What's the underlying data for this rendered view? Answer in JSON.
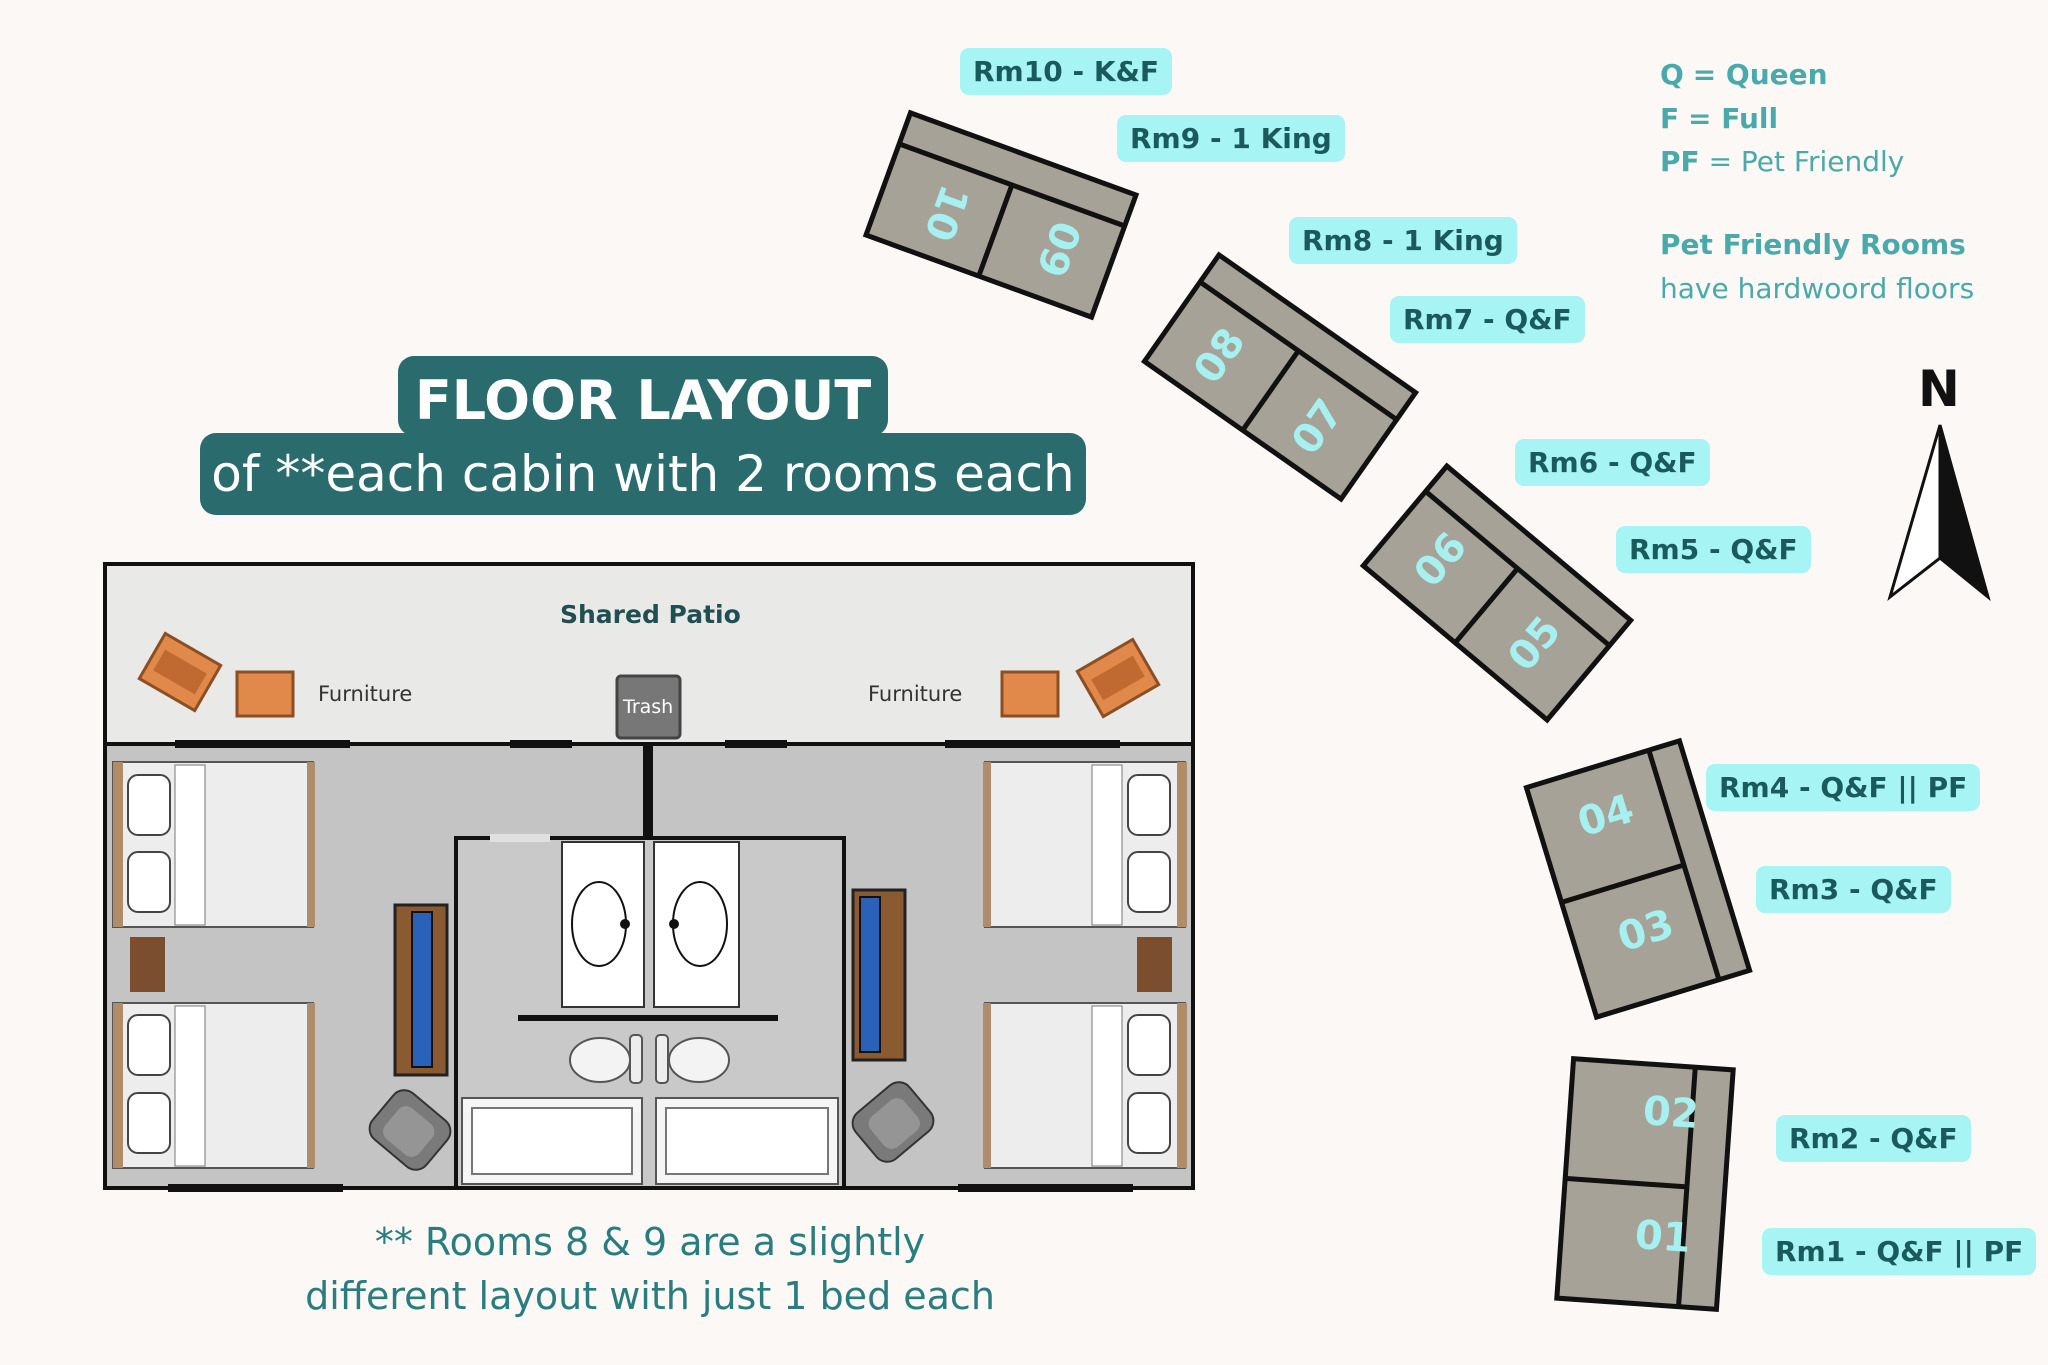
{
  "title": {
    "main": "FLOOR LAYOUT",
    "sub": "of **each cabin with 2 rooms each"
  },
  "plan": {
    "patio_label": "Shared Patio",
    "furniture_left": "Furniture",
    "furniture_right": "Furniture",
    "trash_label": "Trash"
  },
  "footnote": {
    "line1": "** Rooms 8 & 9 are a slightly",
    "line2": "different layout with just 1 bed each"
  },
  "legend": {
    "q_key": "Q",
    "q_text": "= Queen",
    "f_key": "F",
    "f_text": "= Full",
    "pf_key": "PF",
    "pf_text": "= Pet Friendly",
    "pet_title": "Pet Friendly Rooms",
    "pet_sub": "have hardwoord floors"
  },
  "compass": {
    "label": "N"
  },
  "room_labels": [
    "Rm10 - K&F",
    "Rm9 - 1 King",
    "Rm8 - 1 King",
    "Rm7 - Q&F",
    "Rm6 - Q&F",
    "Rm5 - Q&F",
    "Rm4 - Q&F || PF",
    "Rm3 - Q&F",
    "Rm2 - Q&F",
    "Rm1 - Q&F || PF"
  ],
  "cabin_numbers": [
    "10",
    "09",
    "08",
    "07",
    "06",
    "05",
    "04",
    "03",
    "02",
    "01"
  ],
  "colors": {
    "teal_dark": "#2a6b6e",
    "label_bg": "#a6f4f4",
    "cabin_fill": "#a6a298",
    "legend_text": "#4aa9aa"
  }
}
